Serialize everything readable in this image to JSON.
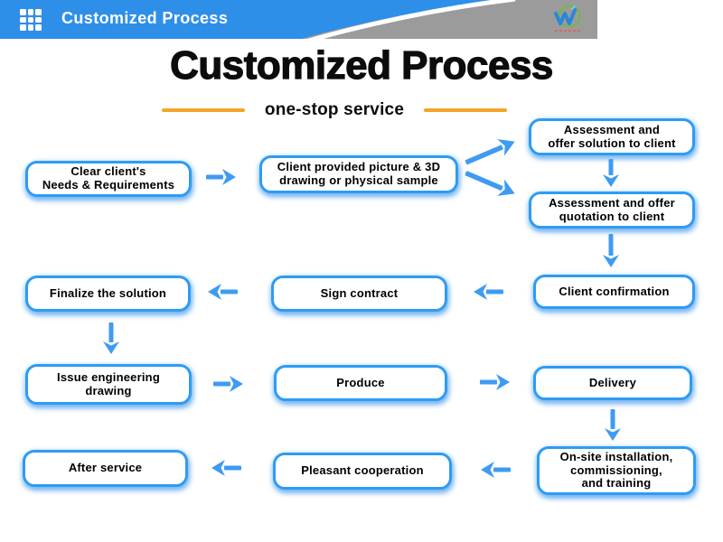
{
  "header": {
    "bar_title": "Customized Process",
    "colors": {
      "bar_blue": "#2E8FE9",
      "band_gray": "#9B9B9B"
    },
    "icons": {
      "menu": "grid-menu-icon",
      "logo": "company-logo"
    }
  },
  "hero": {
    "title": "Customized Process",
    "subtitle": "one-stop service",
    "accent_color": "#F5A428"
  },
  "flow": {
    "style": {
      "box_border": "#2D9CF4",
      "arrow_color": "#3E9BF2",
      "text_color": "#000000"
    },
    "nodes": [
      {
        "id": "clear-needs",
        "label": "Clear client's\nNeeds & Requirements"
      },
      {
        "id": "client-input",
        "label": "Client provided picture & 3D\ndrawing or physical sample"
      },
      {
        "id": "assessment-solution",
        "label": "Assessment and\noffer solution to client"
      },
      {
        "id": "assessment-quotation",
        "label": "Assessment and offer\nquotation to client"
      },
      {
        "id": "client-confirmation",
        "label": "Client confirmation"
      },
      {
        "id": "sign-contract",
        "label": "Sign contract"
      },
      {
        "id": "finalize-solution",
        "label": "Finalize the solution"
      },
      {
        "id": "issue-drawing",
        "label": "Issue engineering\ndrawing"
      },
      {
        "id": "produce",
        "label": "Produce"
      },
      {
        "id": "delivery",
        "label": "Delivery"
      },
      {
        "id": "onsite-install",
        "label": "On-site installation,\ncommissioning,\nand training"
      },
      {
        "id": "pleasant-cooperation",
        "label": "Pleasant cooperation"
      },
      {
        "id": "after-service",
        "label": "After service"
      }
    ]
  }
}
